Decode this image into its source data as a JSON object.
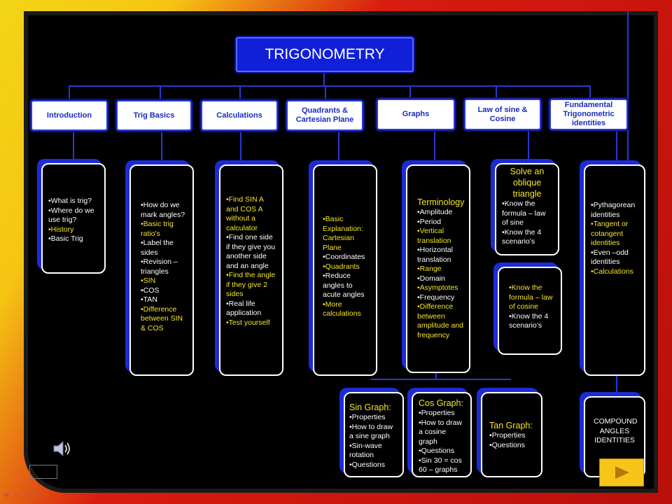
{
  "title": "TRIGONOMETRY",
  "headers": [
    "Introduction",
    "Trig Basics",
    "Calculations",
    "Quadrants & Cartesian Plane",
    "Graphs",
    "Law of sine & Cosine",
    "Fundamental Trigonometric identities"
  ],
  "intro": {
    "items": [
      "•What is trig?",
      "•Where do we use trig?",
      "•History",
      "•Basic Trig"
    ]
  },
  "basics": {
    "items": [
      "•How do we mark angles?",
      "•Basic trig ratio’s",
      "•Label the sides",
      "•Revision – triangles",
      "•SIN",
      "•COS",
      "•TAN",
      "•Difference between SIN & COS"
    ]
  },
  "calc": {
    "items": [
      "•Find SIN A and COS A without a calculator",
      "•Find one side if they give you another side and an angle",
      "•Find the angle if they give 2 sides",
      "•Real life application",
      "•Test yourself"
    ]
  },
  "quad": {
    "items": [
      "•Basic Explanation: Cartesian Plane",
      "•Coordinates",
      "•Quadrants",
      "•Reduce angles to acute angles",
      "•More calculations"
    ]
  },
  "graphs": {
    "heading": "Terminology",
    "items": [
      "•Amplitude",
      "•Period",
      "•Vertical translation",
      "•Horizontal translation",
      "•Range",
      "•Domain",
      "•Asymptotes",
      "•Frequency",
      "•Difference between amplitude and frequency"
    ]
  },
  "law1": {
    "heading": "Solve an oblique triangle",
    "items": [
      "•Know the formula – law of sine",
      "•Know the  4 scenario’s"
    ]
  },
  "law2": {
    "items": [
      "•Know the formula – law of cosine",
      "•Know the  4 scenario’s"
    ]
  },
  "ident": {
    "items": [
      "•Pythagorean identities",
      "•Tangent or cotangent identities",
      "•Even –odd identities",
      "•Calculations"
    ]
  },
  "compound": {
    "text": "COMPOUND ANGLES IDENTITIES"
  },
  "sin": {
    "heading": "Sin Graph:",
    "items": [
      "•Properties",
      "•How to draw a sine graph",
      "•Sin-wave rotation",
      "•Questions"
    ]
  },
  "cos": {
    "heading": "Cos Graph:",
    "items": [
      "•Properties",
      "•How to draw a cosine graph",
      "•Questions",
      "•Sin 30 = cos 60 – graphs"
    ]
  },
  "tan": {
    "heading": "Tan Graph:",
    "items": [
      "•Properties",
      "•Questions"
    ]
  },
  "colors": {
    "accent": "#1020d8",
    "highlight": "#f5e62a",
    "line": "#2a38d0",
    "next": "#f7c41a"
  },
  "icons": {
    "speaker": "speaker-icon",
    "next": "play-arrow-icon"
  }
}
